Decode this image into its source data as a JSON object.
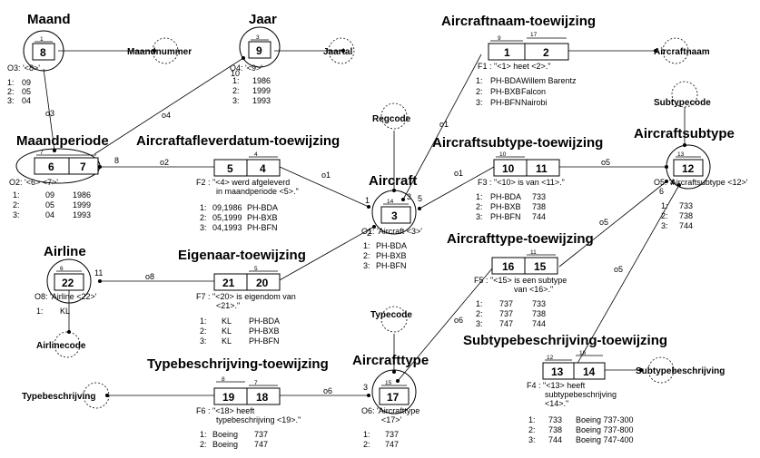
{
  "titles": {
    "maand": "Maand",
    "jaar": "Jaar",
    "aircraftnaam_toewijzing": "Aircraftnaam-toewijzing",
    "maandperiode": "Maandperiode",
    "afleverdatum_toewijzing": "Aircraftafleverdatum-toewijzing",
    "aircraftsubtype_toewijzing": "Aircraftsubtype-toewijzing",
    "aircraftsubtype": "Aircraftsubtype",
    "aircraft": "Aircraft",
    "airline": "Airline",
    "eigenaar_toewijzing": "Eigenaar-toewijzing",
    "aircrafttype_toewijzing": "Aircrafttype-toewijzing",
    "aircrafttype": "Aircrafttype",
    "typebeschrijving_toewijzing": "Typebeschrijving-toewijzing",
    "subtypebeschrijving_toewijzing": "Subtypebeschrijving-toewijzing"
  },
  "labels": {
    "maandnummer": "Maandnummer",
    "jaartal": "Jaartal",
    "aircraftnaam": "Aircraftnaam",
    "subtypecode": "Subtypecode",
    "regcode": "Regcode",
    "airlinecode": "Airlinecode",
    "typecode": "Typecode",
    "typebeschrijving": "Typebeschrijving",
    "subtypebeschrijving": "Subtypebeschrijving"
  },
  "roles": {
    "r8": "8",
    "r9": "9",
    "r1": "1",
    "r2": "2",
    "r6": "6",
    "r7": "7",
    "r5": "5",
    "r4": "4",
    "r10": "10",
    "r11": "11",
    "r12": "12",
    "r3": "3",
    "r22": "22",
    "r21": "21",
    "r20": "20",
    "r16": "16",
    "r15": "15",
    "r17": "17",
    "r19": "19",
    "r18": "18",
    "r13": "13",
    "r14": "14"
  },
  "uniq": {
    "u1": "1",
    "u3": "3",
    "u9": "9",
    "u17": "17",
    "u7": "7",
    "u4": "4",
    "u10": "10",
    "u13": "13",
    "u14": "14",
    "u6": "6",
    "u5": "5",
    "u11": "11",
    "u15": "15",
    "u8": "8",
    "u16": "16",
    "u12": "12"
  },
  "links": {
    "o1": "o1",
    "o2": "o2",
    "o3": "o3",
    "o4": "o4",
    "o5": "o5",
    "o6": "o6",
    "o8": "o8",
    "n6": "6",
    "n8": "8",
    "n10": "10",
    "n11": "11",
    "n1": "1",
    "n2": "2",
    "n3": "3",
    "n4": "4",
    "n5": "5"
  },
  "object_texts": {
    "o3": "O3: '<8>'",
    "o4": "O4: '<9>'",
    "o2": "O2: '<6> <7>'",
    "o1": "O1: 'Aircraft <3>'",
    "o5": "O5: 'Aircraftsubtype <12>'",
    "o8": "O8: 'Airline <22>'",
    "o6a": "O6: 'Aircrafttype",
    "o6b": "<17>'"
  },
  "fact_texts": {
    "f1": "F1 : \"<1> heet <2>.\"",
    "f2a": "F2 : \"<4> werd afgeleverd",
    "f2b": "in maandperiode <5>.\"",
    "f3": "F3 : \"<10> is van <11>.\"",
    "f7a": "F7 : \"<20> is eigendom van",
    "f7b": "<21>.\"",
    "f5a": "F5 : \"<15> is een subtype",
    "f5b": "van <16>.\"",
    "f6a": "F6 : \"<18> heeft",
    "f6b": "typebeschrijving <19>.\"",
    "f4a": "F4 : \"<13> heeft",
    "f4b": "subtypebeschrijving",
    "f4c": "<14>.\""
  },
  "populations": {
    "maand": [
      [
        "1:",
        "09"
      ],
      [
        "2:",
        "05"
      ],
      [
        "3:",
        "04"
      ]
    ],
    "jaar": [
      [
        "1:",
        "1986"
      ],
      [
        "2:",
        "1999"
      ],
      [
        "3:",
        "1993"
      ]
    ],
    "naam": [
      [
        "1:",
        "PH-BDA",
        "Willem Barentz"
      ],
      [
        "2:",
        "PH-BXB",
        "Falcon"
      ],
      [
        "3:",
        "PH-BFN",
        "Nairobi"
      ]
    ],
    "maandperiode": [
      [
        "1:",
        "09",
        "1986"
      ],
      [
        "2:",
        "05",
        "1999"
      ],
      [
        "3:",
        "04",
        "1993"
      ]
    ],
    "aflever": [
      [
        "1:",
        "09,1986",
        "PH-BDA"
      ],
      [
        "2:",
        "05,1999",
        "PH-BXB"
      ],
      [
        "3:",
        "04,1993",
        "PH-BFN"
      ]
    ],
    "aircraft": [
      [
        "1:",
        "PH-BDA"
      ],
      [
        "2:",
        "PH-BXB"
      ],
      [
        "3:",
        "PH-BFN"
      ]
    ],
    "subtypetoe": [
      [
        "1:",
        "PH-BDA",
        "733"
      ],
      [
        "2:",
        "PH-BXB",
        "738"
      ],
      [
        "3:",
        "PH-BFN",
        "744"
      ]
    ],
    "subtype": [
      [
        "1:",
        "733"
      ],
      [
        "2:",
        "738"
      ],
      [
        "3:",
        "744"
      ]
    ],
    "airline": [
      [
        "1:",
        "KL"
      ]
    ],
    "eigenaar": [
      [
        "1:",
        "KL",
        "PH-BDA"
      ],
      [
        "2:",
        "KL",
        "PH-BXB"
      ],
      [
        "3:",
        "KL",
        "PH-BFN"
      ]
    ],
    "typetoe": [
      [
        "1:",
        "737",
        "733"
      ],
      [
        "2:",
        "737",
        "738"
      ],
      [
        "3:",
        "747",
        "744"
      ]
    ],
    "type": [
      [
        "1:",
        "737"
      ],
      [
        "2:",
        "747"
      ]
    ],
    "typebeschr": [
      [
        "1:",
        "Boeing",
        "737"
      ],
      [
        "2:",
        "Boeing",
        "747"
      ]
    ],
    "subtypebeschr": [
      [
        "1:",
        "733",
        "Boeing 737-300"
      ],
      [
        "2:",
        "738",
        "Boeing 737-800"
      ],
      [
        "3:",
        "744",
        "Boeing 747-400"
      ]
    ]
  }
}
